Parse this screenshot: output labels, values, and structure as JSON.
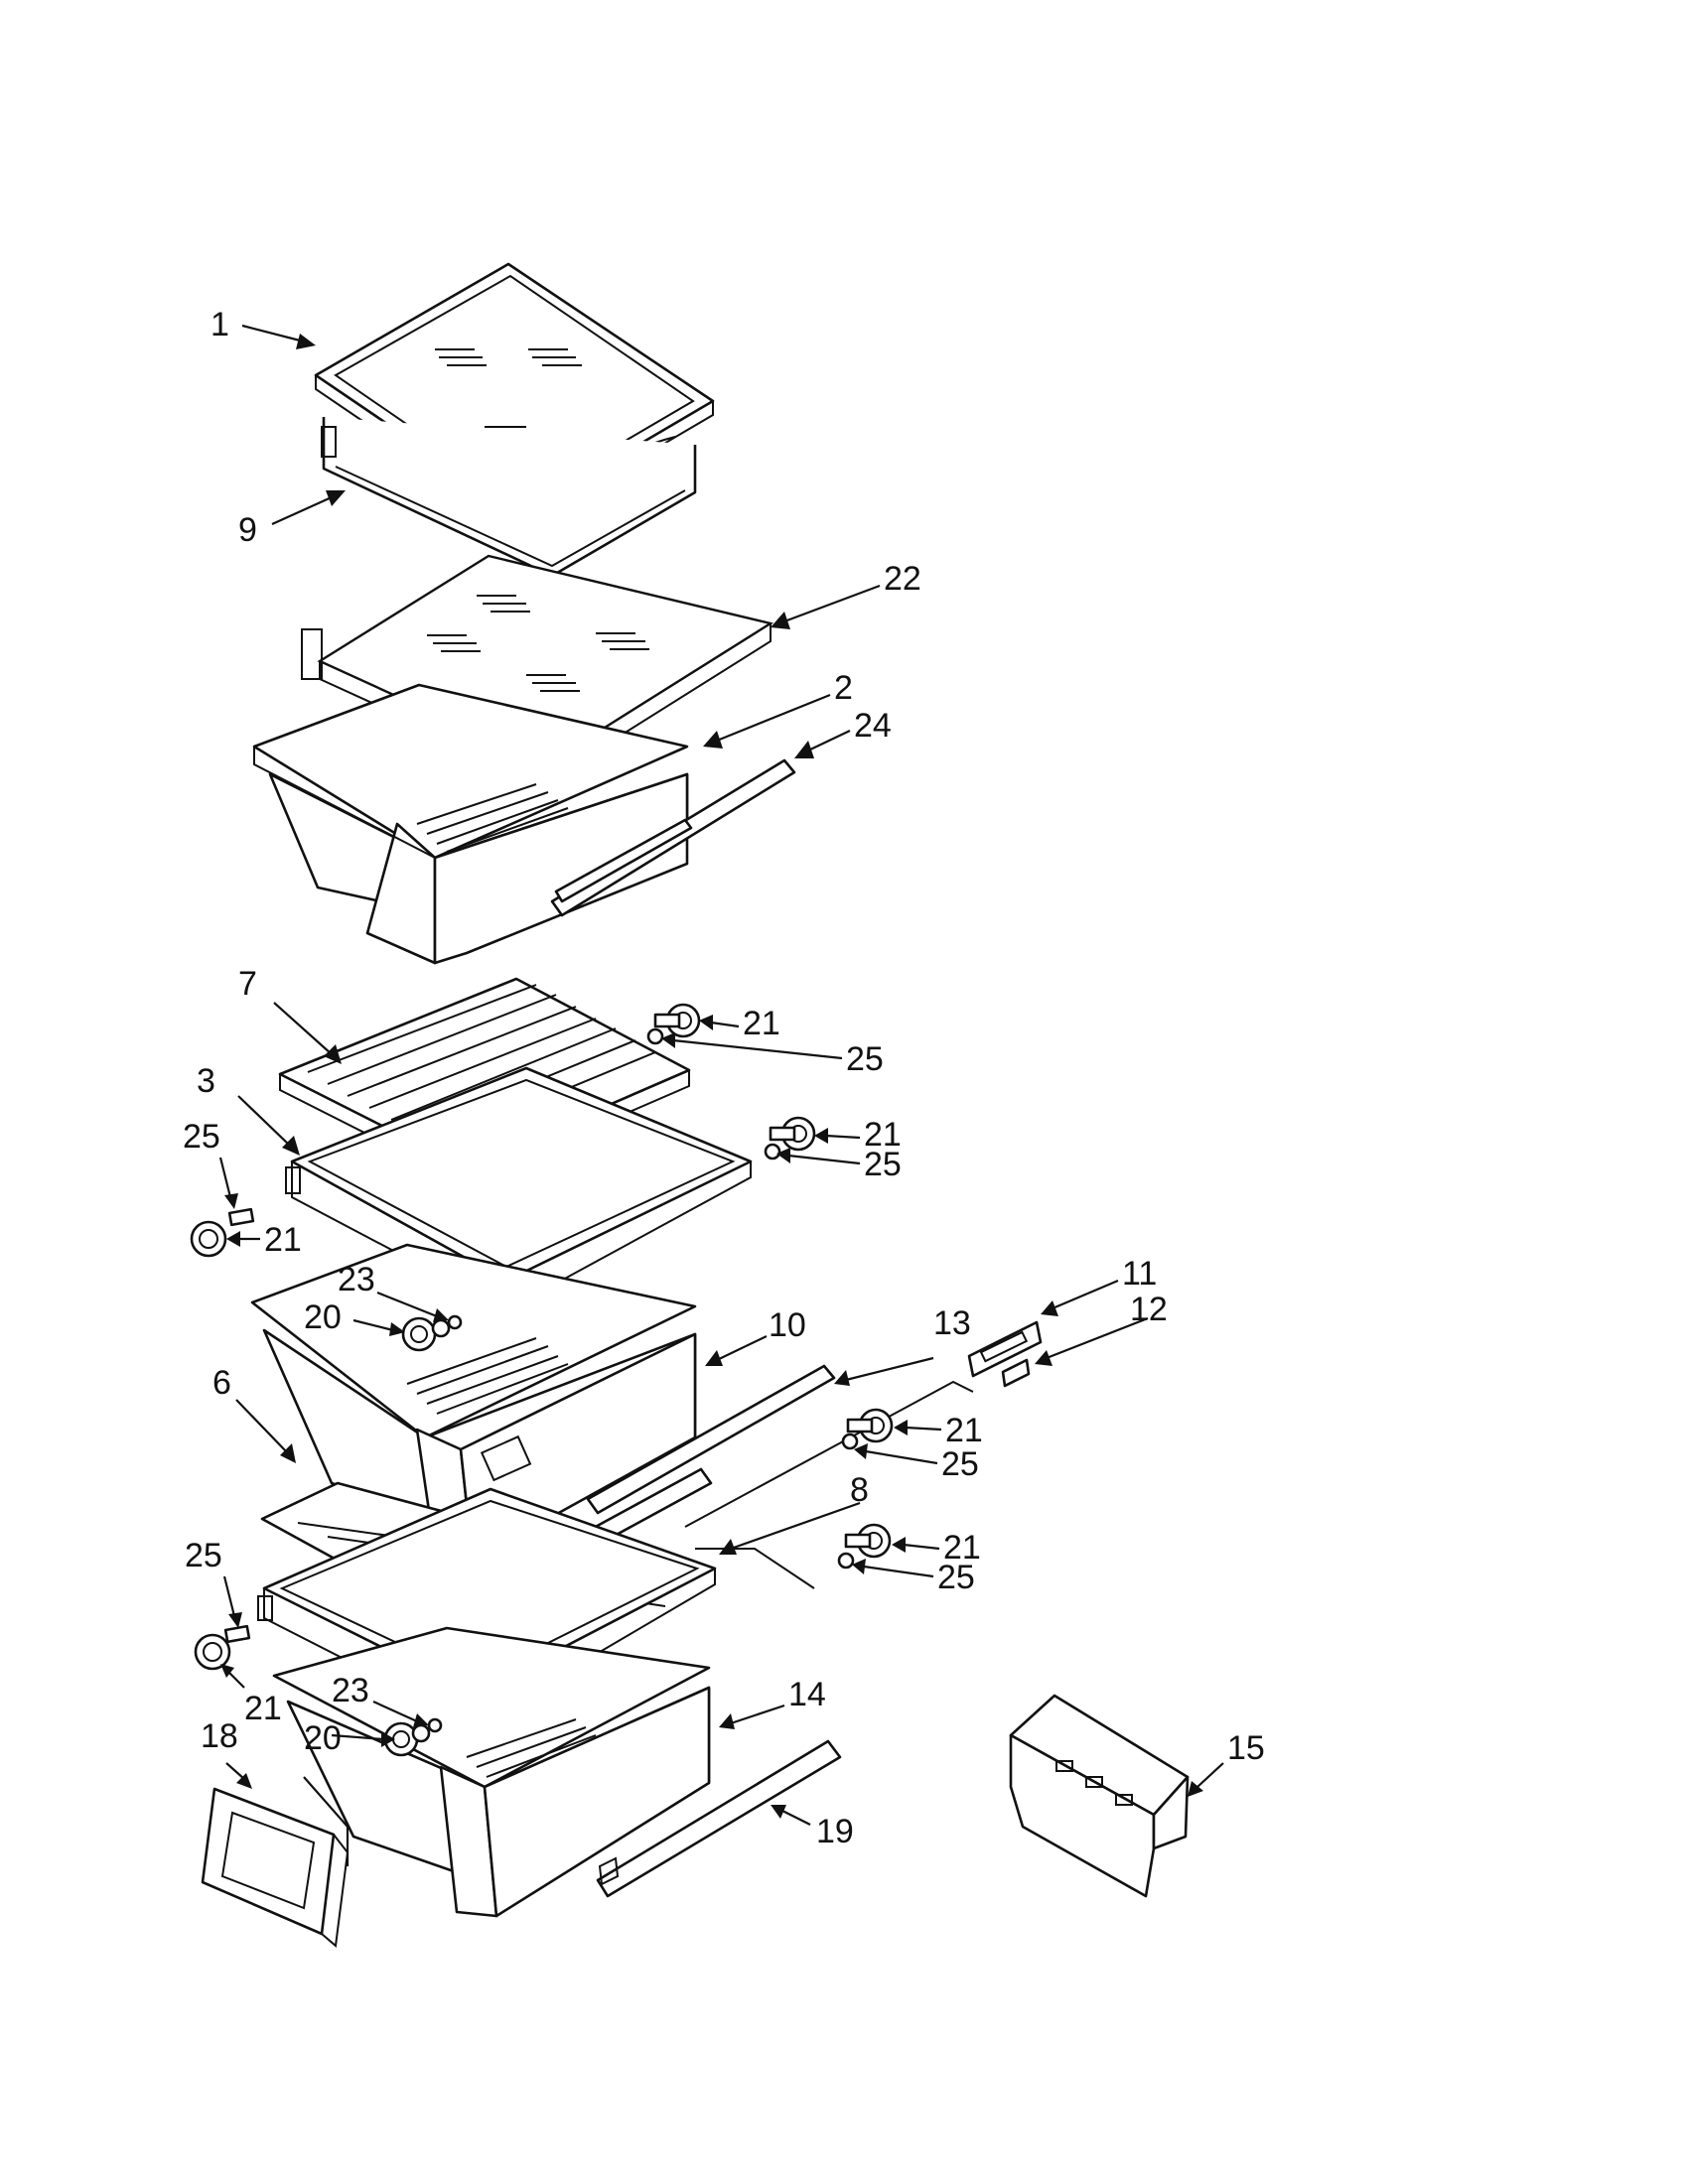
{
  "diagram": {
    "type": "exploded-parts-view",
    "callouts": [
      {
        "id": "c1",
        "label": "1"
      },
      {
        "id": "c9",
        "label": "9"
      },
      {
        "id": "c22",
        "label": "22"
      },
      {
        "id": "c2",
        "label": "2"
      },
      {
        "id": "c24",
        "label": "24"
      },
      {
        "id": "c7",
        "label": "7"
      },
      {
        "id": "c21a",
        "label": "21"
      },
      {
        "id": "c25a",
        "label": "25"
      },
      {
        "id": "c3",
        "label": "3"
      },
      {
        "id": "c21b",
        "label": "21"
      },
      {
        "id": "c25b",
        "label": "25"
      },
      {
        "id": "c25c",
        "label": "25"
      },
      {
        "id": "c21c",
        "label": "21"
      },
      {
        "id": "c23a",
        "label": "23"
      },
      {
        "id": "c20a",
        "label": "20"
      },
      {
        "id": "c11",
        "label": "11"
      },
      {
        "id": "c12",
        "label": "12"
      },
      {
        "id": "c10",
        "label": "10"
      },
      {
        "id": "c13",
        "label": "13"
      },
      {
        "id": "c6",
        "label": "6"
      },
      {
        "id": "c21d",
        "label": "21"
      },
      {
        "id": "c25d",
        "label": "25"
      },
      {
        "id": "c8",
        "label": "8"
      },
      {
        "id": "c25e",
        "label": "25"
      },
      {
        "id": "c21e",
        "label": "21"
      },
      {
        "id": "c25f",
        "label": "25"
      },
      {
        "id": "c23b",
        "label": "23"
      },
      {
        "id": "c21f",
        "label": "21"
      },
      {
        "id": "c14",
        "label": "14"
      },
      {
        "id": "c18",
        "label": "18"
      },
      {
        "id": "c20b",
        "label": "20"
      },
      {
        "id": "c15",
        "label": "15"
      },
      {
        "id": "c19",
        "label": "19"
      }
    ]
  }
}
